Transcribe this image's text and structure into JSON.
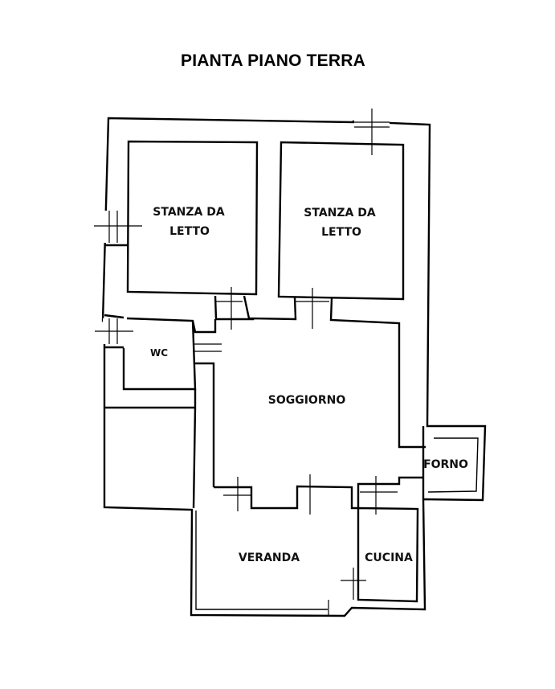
{
  "title": "PIANTA PIANO TERRA",
  "rooms": {
    "bedroom_1": [
      "STANZA DA",
      "LETTO"
    ],
    "bedroom_2": [
      "STANZA DA",
      "LETTO"
    ],
    "wc": "WC",
    "living": "SOGGIORNO",
    "oven": "FORNO",
    "veranda": "VERANDA",
    "kitchen": "CUCINA"
  }
}
